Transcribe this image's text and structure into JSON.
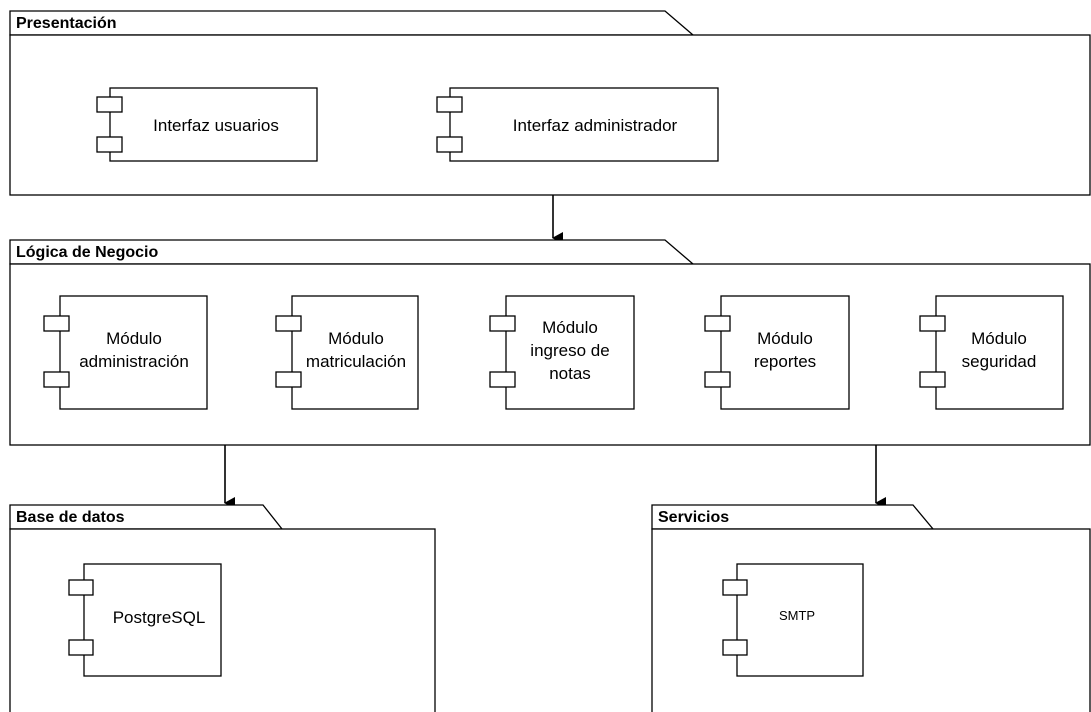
{
  "packages": {
    "presentacion": {
      "title": "Presentación",
      "components": [
        {
          "lines": [
            "Interfaz usuarios"
          ]
        },
        {
          "lines": [
            "Interfaz administrador"
          ]
        }
      ]
    },
    "logica": {
      "title": "Lógica de Negocio",
      "components": [
        {
          "lines": [
            "Módulo",
            "administración"
          ]
        },
        {
          "lines": [
            "Módulo",
            "matriculación"
          ]
        },
        {
          "lines": [
            "Módulo",
            "ingreso de",
            "notas"
          ]
        },
        {
          "lines": [
            "Módulo",
            "reportes"
          ]
        },
        {
          "lines": [
            "Módulo",
            "seguridad"
          ]
        }
      ]
    },
    "base_datos": {
      "title": "Base de datos",
      "components": [
        {
          "lines": [
            "PostgreSQL"
          ]
        }
      ]
    },
    "servicios": {
      "title": "Servicios",
      "components": [
        {
          "lines": [
            "SMTP"
          ]
        }
      ]
    }
  }
}
